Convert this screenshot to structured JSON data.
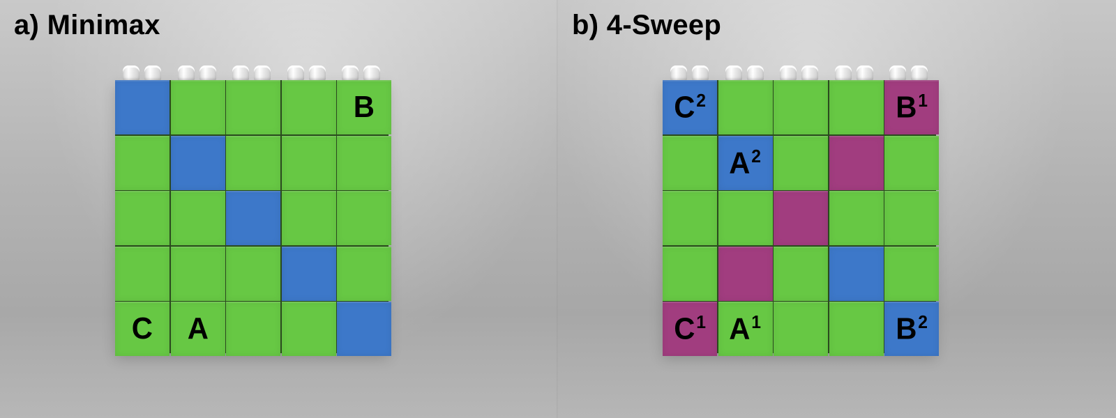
{
  "panels": [
    {
      "title": "a) Minimax",
      "colors": {
        "green": "#67c844",
        "blue": "#3d78c9"
      },
      "rows": [
        [
          {
            "color": "blue",
            "label": ""
          },
          {
            "color": "green",
            "label": ""
          },
          {
            "color": "green",
            "label": ""
          },
          {
            "color": "green",
            "label": ""
          },
          {
            "color": "green",
            "label": "B"
          }
        ],
        [
          {
            "color": "green",
            "label": ""
          },
          {
            "color": "blue",
            "label": ""
          },
          {
            "color": "green",
            "label": ""
          },
          {
            "color": "green",
            "label": ""
          },
          {
            "color": "green",
            "label": ""
          }
        ],
        [
          {
            "color": "green",
            "label": ""
          },
          {
            "color": "green",
            "label": ""
          },
          {
            "color": "blue",
            "label": ""
          },
          {
            "color": "green",
            "label": ""
          },
          {
            "color": "green",
            "label": ""
          }
        ],
        [
          {
            "color": "green",
            "label": ""
          },
          {
            "color": "green",
            "label": ""
          },
          {
            "color": "green",
            "label": ""
          },
          {
            "color": "blue",
            "label": ""
          },
          {
            "color": "green",
            "label": ""
          }
        ],
        [
          {
            "color": "green",
            "label": "C"
          },
          {
            "color": "green",
            "label": "A"
          },
          {
            "color": "green",
            "label": ""
          },
          {
            "color": "green",
            "label": ""
          },
          {
            "color": "blue",
            "label": ""
          }
        ]
      ]
    },
    {
      "title": "b) 4-Sweep",
      "colors": {
        "green": "#67c844",
        "blue": "#3d78c9",
        "magenta": "#a13d7f"
      },
      "rows": [
        [
          {
            "color": "blue",
            "label": "C",
            "sup": "2"
          },
          {
            "color": "green",
            "label": ""
          },
          {
            "color": "green",
            "label": ""
          },
          {
            "color": "green",
            "label": ""
          },
          {
            "color": "magenta",
            "label": "B",
            "sup": "1"
          }
        ],
        [
          {
            "color": "green",
            "label": ""
          },
          {
            "color": "blue",
            "label": "A",
            "sup": "2"
          },
          {
            "color": "green",
            "label": ""
          },
          {
            "color": "magenta",
            "label": ""
          },
          {
            "color": "green",
            "label": ""
          }
        ],
        [
          {
            "color": "green",
            "label": ""
          },
          {
            "color": "green",
            "label": ""
          },
          {
            "color": "magenta",
            "label": ""
          },
          {
            "color": "green",
            "label": ""
          },
          {
            "color": "green",
            "label": ""
          }
        ],
        [
          {
            "color": "green",
            "label": ""
          },
          {
            "color": "magenta",
            "label": ""
          },
          {
            "color": "green",
            "label": ""
          },
          {
            "color": "blue",
            "label": ""
          },
          {
            "color": "green",
            "label": ""
          }
        ],
        [
          {
            "color": "magenta",
            "label": "C",
            "sup": "1"
          },
          {
            "color": "green",
            "label": "A",
            "sup": "1"
          },
          {
            "color": "green",
            "label": ""
          },
          {
            "color": "green",
            "label": ""
          },
          {
            "color": "blue",
            "label": "B",
            "sup": "2"
          }
        ]
      ]
    }
  ]
}
